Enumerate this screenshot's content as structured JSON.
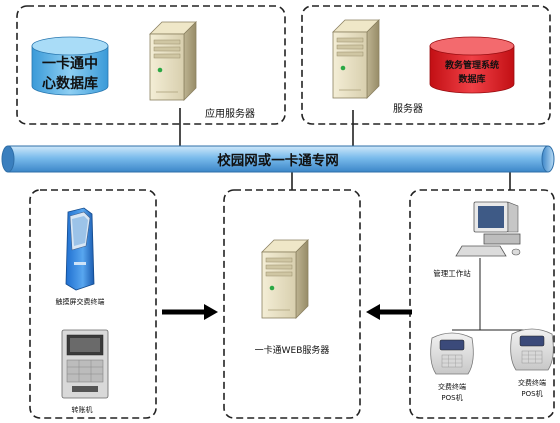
{
  "top_left": {
    "db_label_line1": "一卡通中",
    "db_label_line2": "心数据库",
    "server_label": "应用服务器"
  },
  "top_right": {
    "server_label": "服务器",
    "db_label_line1": "教务管理系统",
    "db_label_line2": "数据库"
  },
  "network": {
    "label": "校园网或一卡通专网"
  },
  "left_group": {
    "kiosk_label": "触摸屏交费终端",
    "transfer_label": "转账机"
  },
  "center_group": {
    "server_label": "一卡通WEB服务器"
  },
  "right_group": {
    "workstation_label": "管理工作站",
    "pos1_label_line1": "交费终端",
    "pos1_label_line2": "POS机",
    "pos2_label_line1": "交费终端",
    "pos2_label_line2": "POS机"
  },
  "colors": {
    "pipe": "#6fb4e8",
    "db_blue": "#5fb4e6",
    "db_red": "#e4171c",
    "dash": "#222222"
  }
}
